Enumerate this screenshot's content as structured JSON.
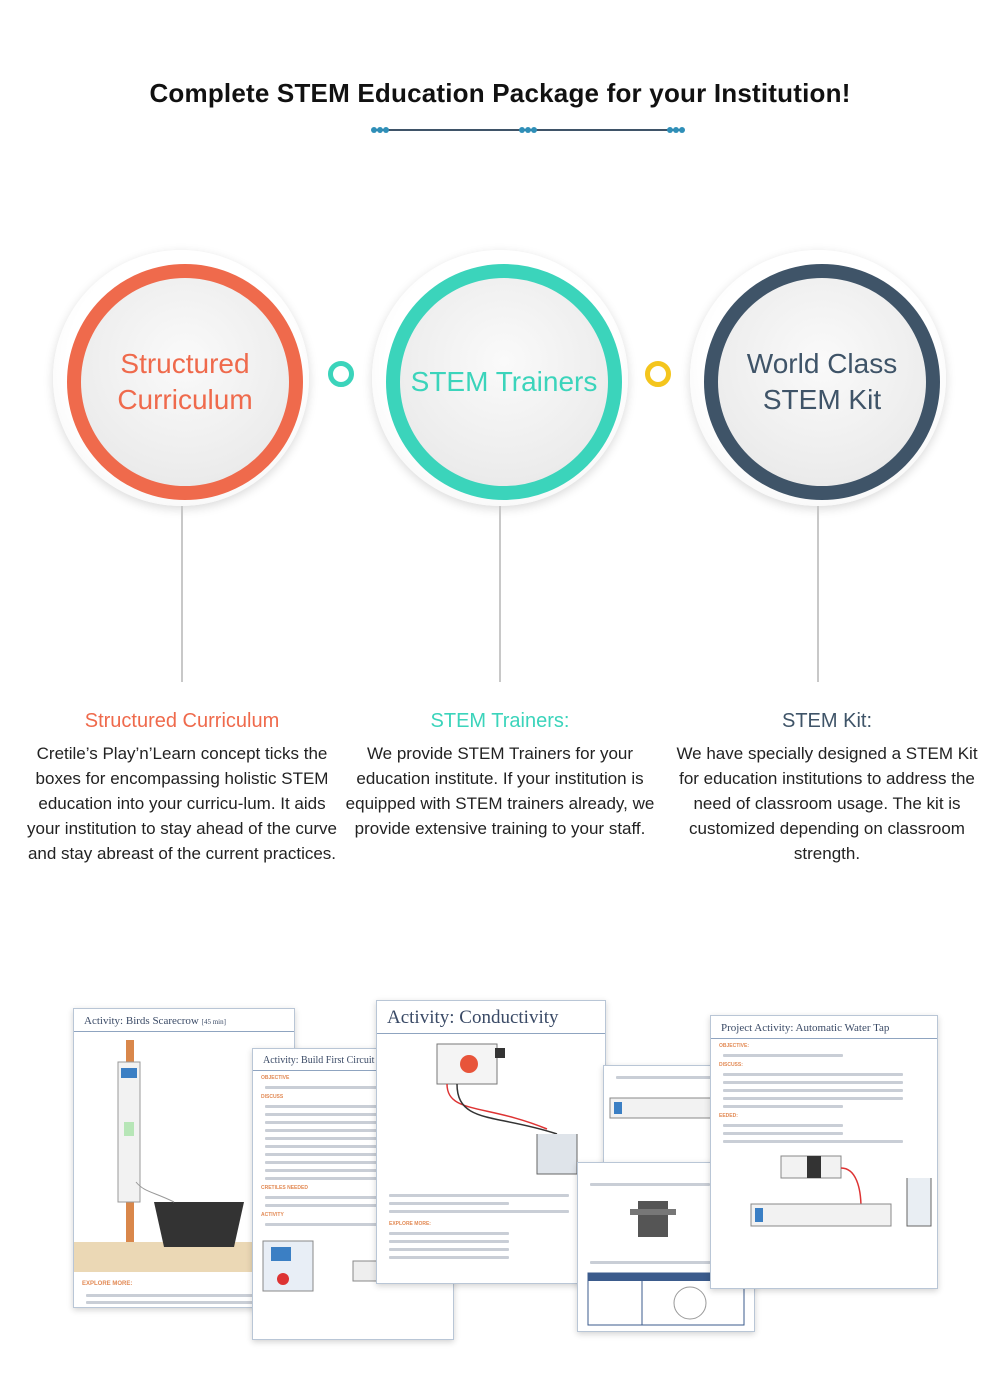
{
  "page": {
    "title": "Complete STEM Education Package for your Institution!"
  },
  "colors": {
    "orange": "#ef6a4c",
    "teal": "#3bd4bb",
    "navy": "#3f5468",
    "yellow": "#f4c51d"
  },
  "circles": [
    {
      "line1": "Structured",
      "line2": "Curriculum"
    },
    {
      "line1": "STEM Trainers",
      "line2": ""
    },
    {
      "line1": "World Class",
      "line2": "STEM Kit"
    }
  ],
  "columns": [
    {
      "heading": "Structured Curriculum",
      "text": "Cretile’s  Play’n’Learn concept ticks the boxes for encompassing holistic STEM education into your curricu-lum. It aids your institution to stay ahead of the curve and stay abreast of the current practices."
    },
    {
      "heading": "STEM Trainers:",
      "text": "We provide STEM Trainers for your education institute. If your institution is equipped with STEM trainers already, we provide extensive training to your staff."
    },
    {
      "heading": "STEM Kit:",
      "text": "We have specially designed a STEM Kit for education institutions to address the need of classroom usage. The kit is customized depending on classroom strength."
    }
  ],
  "sheets": {
    "s1": "Activity: Birds Scarecrow",
    "s1_sub": "[45 min]",
    "s1_explore": "EXPLORE MORE:",
    "s2": "Activity: Build First Circuit",
    "s2_objective": "OBJECTIVE",
    "s2_discuss": "DISCUSS",
    "s2_needed": "CRETILES NEEDED",
    "s2_activity": "ACTIVITY",
    "s3": "Activity: Conductivity",
    "s3_explore": "EXPLORE MORE:",
    "s5": "Project Activity: Automatic Water Tap",
    "s5_objective": "OBJECTIVE:",
    "s5_discuss": "DISCUSS:",
    "s5_needed": "EEDED:"
  }
}
